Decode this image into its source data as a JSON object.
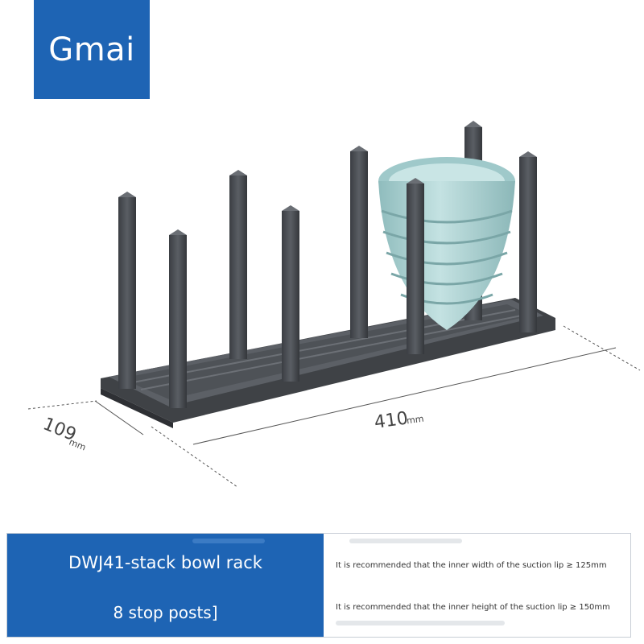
{
  "brand": {
    "name": "Gmai"
  },
  "dimensions": {
    "depth_value": "109",
    "depth_unit": "mm",
    "width_value": "410",
    "width_unit": "mm"
  },
  "product": {
    "model": "DWJ41-stack bowl rack",
    "posts": "8 stop posts]"
  },
  "specs": {
    "width_note": "It is recommended that the inner width of the suction lip ≥ 125mm",
    "height_note": "It is recommended that the inner height of the suction lip ≥ 150mm"
  },
  "colors": {
    "accent": "#1e64b4",
    "rack": "#4a4d52",
    "bowl": "#a9cfcf"
  }
}
